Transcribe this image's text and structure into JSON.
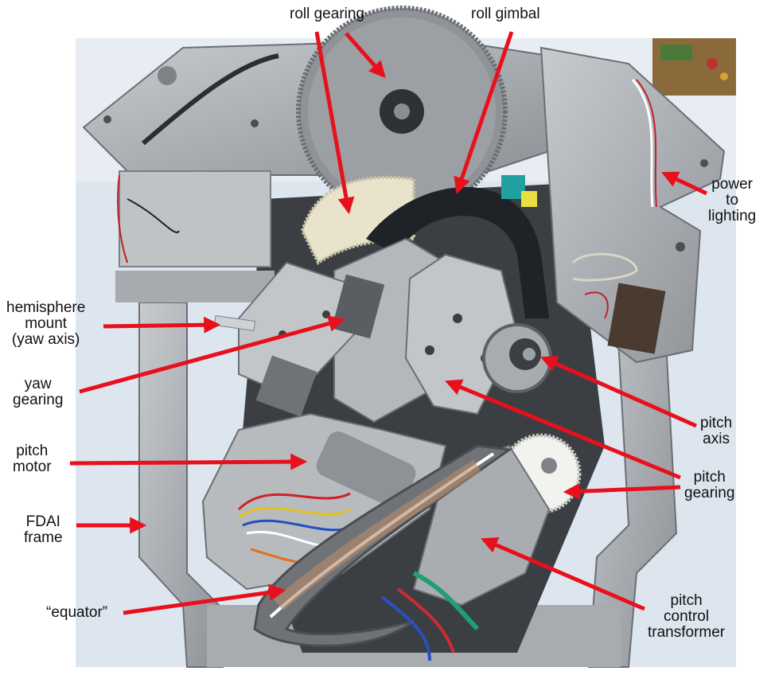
{
  "colors": {
    "arrow": "#e8101c",
    "metal_light": "#b9bcbf",
    "metal_mid": "#9a9ea3",
    "metal_dark": "#5d6166",
    "backdrop": "#dde6ef",
    "gear_cream": "#e9e3cc",
    "gear_white": "#f2f2ee",
    "label_text": "#111111"
  },
  "labels": {
    "roll_gearing": "roll gearing",
    "roll_gimbal": "roll gimbal",
    "power": [
      "power",
      "to",
      "lighting"
    ],
    "hemisphere": [
      "hemisphere",
      "mount",
      "(yaw axis)"
    ],
    "yaw_gearing": [
      "yaw",
      "gearing"
    ],
    "pitch_axis": [
      "pitch",
      "axis"
    ],
    "pitch_motor": [
      "pitch",
      "motor"
    ],
    "pitch_gearing": [
      "pitch",
      "gearing"
    ],
    "fdai_frame": [
      "FDAI",
      "frame"
    ],
    "equator": "“equator”",
    "pitch_control": [
      "pitch",
      "control",
      "transformer"
    ]
  }
}
